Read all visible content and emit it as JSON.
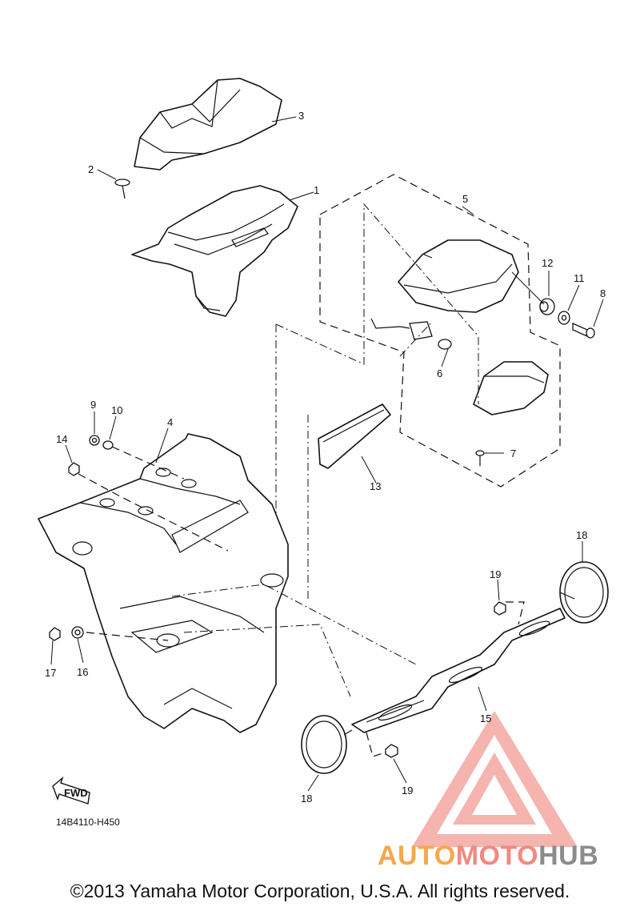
{
  "diagram": {
    "callouts": [
      {
        "num": "1"
      },
      {
        "num": "2"
      },
      {
        "num": "3"
      },
      {
        "num": "4"
      },
      {
        "num": "5"
      },
      {
        "num": "6"
      },
      {
        "num": "7"
      },
      {
        "num": "8"
      },
      {
        "num": "9"
      },
      {
        "num": "10"
      },
      {
        "num": "11"
      },
      {
        "num": "12"
      },
      {
        "num": "13"
      },
      {
        "num": "14"
      },
      {
        "num": "15"
      },
      {
        "num": "16"
      },
      {
        "num": "17"
      },
      {
        "num": "18"
      },
      {
        "num": "18"
      },
      {
        "num": "19"
      },
      {
        "num": "19"
      }
    ],
    "fwd_label": "FWD",
    "diagram_code": "14B4110-H450"
  },
  "watermark": {
    "text_auto": "AUTO",
    "text_moto": "MOTO",
    "text_hub": "HUB",
    "color_orange": "#f7a84a",
    "color_red": "#f08a80",
    "color_gray": "#8c8c8c"
  },
  "footer": {
    "copyright": "©2013 Yamaha Motor Corporation, U.S.A. All rights reserved."
  }
}
